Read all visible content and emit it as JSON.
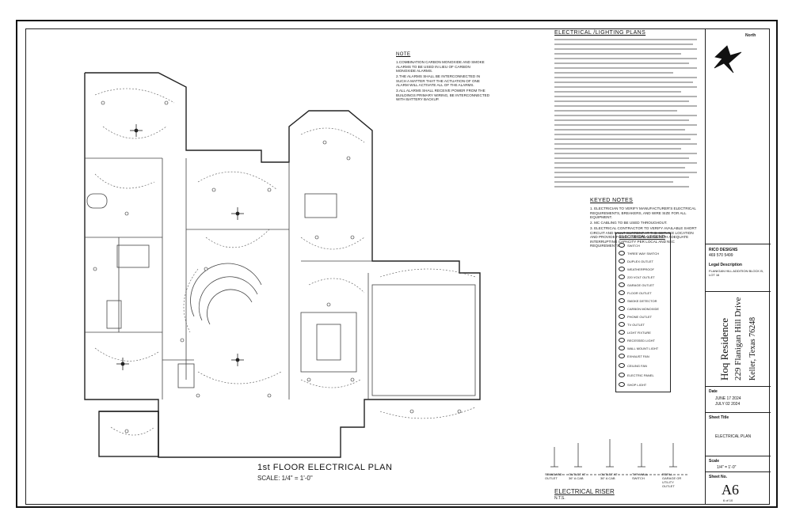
{
  "plan": {
    "title": "1st FLOOR ELECTRICAL PLAN",
    "scale": "SCALE: 1/4\" = 1'-0\"",
    "riser_title": "ELECTRICAL RISER",
    "riser_scale": "N.T.S."
  },
  "note": {
    "heading": "NOTE",
    "items": [
      "1.COMBINATION CARBON MONOXIDE AND SMOKE ALARMS TO BE USED IN LIEU OF CARBON MONOXIDE ALARMS.",
      "2.THE ALARMS SHALL BE INTERCONNECTED IN SUCH A MATTER THAT THE ACTUATION OF ONE ALARM WILL ACTIVATE ALL OF THE ALARMS.",
      "3.ALL ALARMS SHALL RECEIVE POWER FROM THE BUILDINGS PRIMARY WIRING, BE INTERCONNECTED WITH BATTERY BACKUP."
    ]
  },
  "lighting_plans": {
    "heading": "ELECTRICAL /LIGHTING PLANS"
  },
  "keyed_notes": {
    "heading": "KEYED NOTES",
    "items": [
      "1. ELECTRICIAN TO VERIFY MANUFACTURER'S ELECTRICAL REQUIREMENTS, BREAKERS, AND WIRE SIZE FOR ALL EQUIPMENT.",
      "2. MC CABLING TO BE USED THROUGHOUT.",
      "3. ELECTRICAL CONTRACTOR TO VERIFY AVAILABLE SHORT CIRCUIT AND FAULT CURRENT AT THE SERVICE LOCATION AND PROVIDE FUSES AND BREAKERS WITH ADEQUATE INTERRUPTING CAPACITY PER LOCAL AND NEC REQUIREMENTS."
    ]
  },
  "legend": {
    "heading": "ELECTRICAL LEGEND",
    "items": [
      "SWITCH",
      "THREE WAY SWITCH",
      "DUPLEX OUTLET",
      "WEATHERPROOF",
      "220 VOLT OUTLET",
      "GARAGE OUTLET",
      "FLOOR OUTLET",
      "SMOKE DETECTOR",
      "CARBON MONOXIDE",
      "PHONE OUTLET",
      "TV OUTLET",
      "LIGHT FIXTURE",
      "RECESSED LIGHT",
      "WALL MOUNT LIGHT",
      "EXHAUST FAN",
      "CEILING FAN",
      "ELECTRIC PANEL",
      "SHOP LIGHT"
    ]
  },
  "title_block": {
    "north": "North",
    "firm": "RICO DESIGNS",
    "phone": "469 570 5499",
    "legal_label": "Legal Description",
    "legal": "FLANIGAN HILL ADDITION BLOCK B, LOT 16",
    "project": "Hoq Residence",
    "address": "229 Flanigan Hill Drive",
    "city": "Keller, Texas 76248",
    "date_label": "Date",
    "date1": "JUNE 17 2024",
    "date2": "JULY 02 2024",
    "sheet_title_label": "Sheet Title",
    "sheet_title": "ELECTRICAL PLAN",
    "scale_label": "Scale",
    "scale": "1/4\" = 1'-0\"",
    "sheet_no_label": "Sheet No.",
    "sheet_no": "A6",
    "sheet_of": "6 of 10"
  },
  "riser_labels": [
    "STANDARD OUTLET",
    "OUTLET AT 36\" A CAB",
    "OUTLET AT 36\" A CAB",
    "TYP. WALL SWITCH",
    "REFILL GARAGE OR UTILITY OUTLET"
  ]
}
